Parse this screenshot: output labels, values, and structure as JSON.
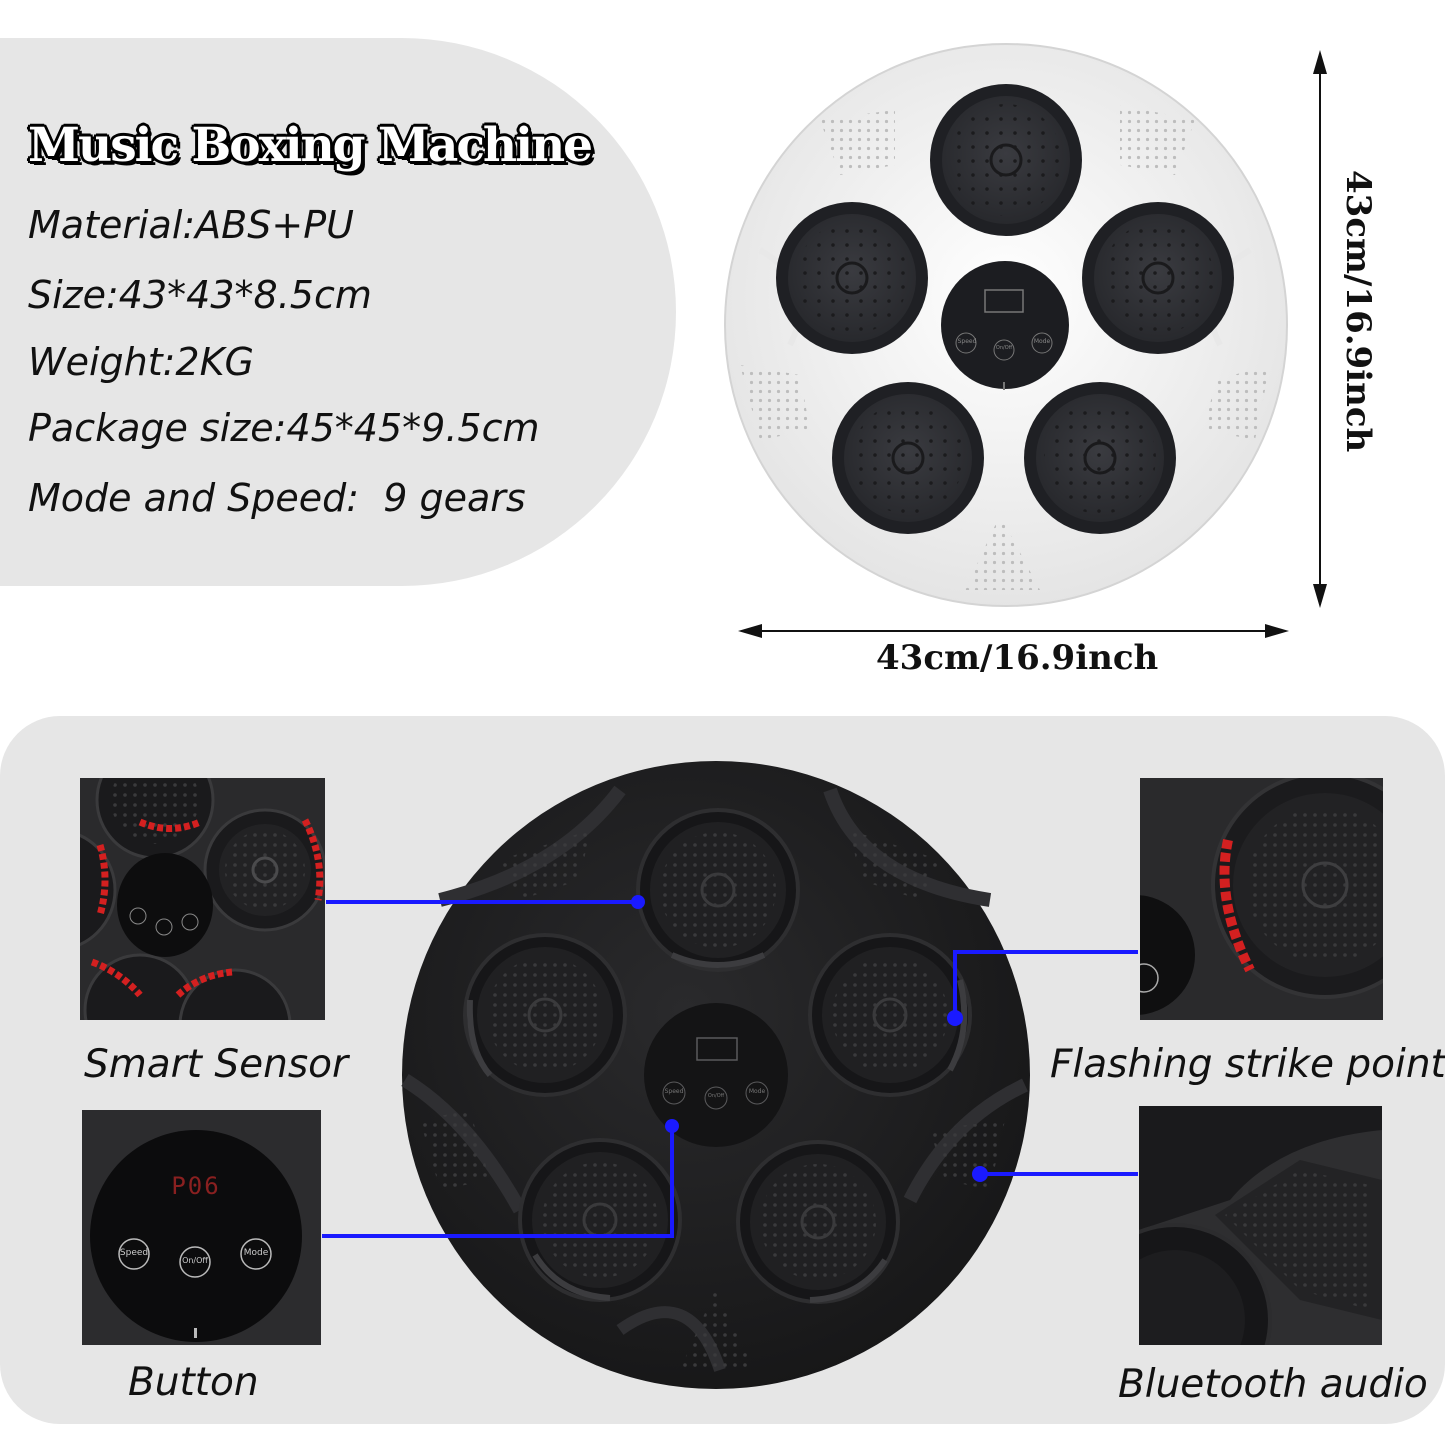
{
  "title": "Music Boxing Machine",
  "specs": {
    "material": "Material:ABS+PU",
    "size": "Size:43*43*8.5cm",
    "weight": "Weight:2KG",
    "package": "Package size:45*45*9.5cm",
    "mode_speed": "Mode and Speed:  9 gears"
  },
  "dimensions": {
    "width_label": "43cm/16.9inch",
    "height_label": "43cm/16.9inch"
  },
  "device_buttons": {
    "speed": "Speed",
    "onoff": "On/Off",
    "mode": "Mode",
    "display": "P06"
  },
  "features": {
    "smart_sensor": "Smart Sensor",
    "button": "Button",
    "flashing": "Flashing strike point",
    "bluetooth": "Bluetooth audio"
  },
  "colors": {
    "panel_bg": "#e6e6e6",
    "connector": "#1a1aff",
    "led": "#d42020",
    "device_white": "#f4f4f4",
    "device_black": "#1d1d1f"
  }
}
